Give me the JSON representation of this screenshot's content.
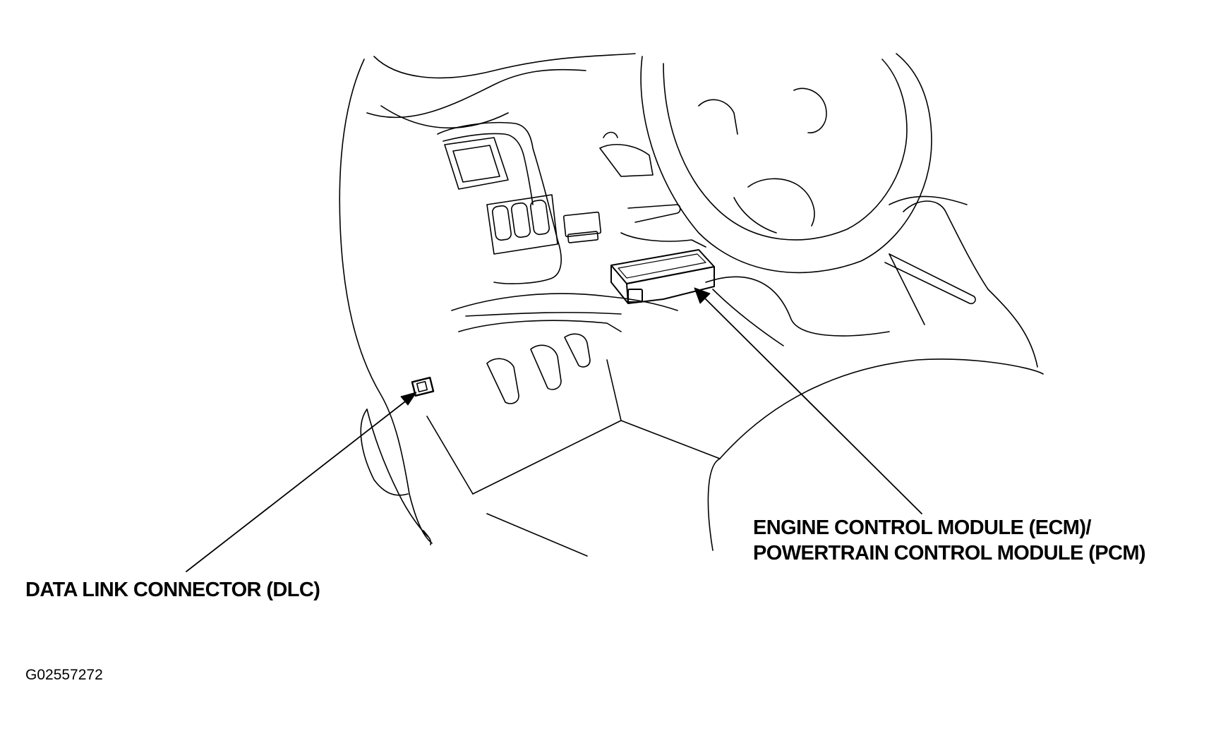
{
  "labels": {
    "dlc": "DATA LINK CONNECTOR (DLC)",
    "ecm_line1": "ENGINE CONTROL MODULE (ECM)/",
    "ecm_line2": "POWERTRAIN CONTROL MODULE (PCM)"
  },
  "figure_id": "G02557272",
  "colors": {
    "ink": "#000000",
    "background": "#ffffff"
  }
}
